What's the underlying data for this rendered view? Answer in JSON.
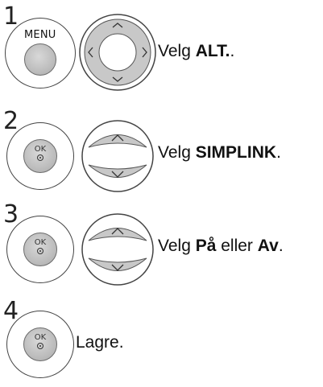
{
  "steps": [
    {
      "number": "1",
      "button_label": "MENU",
      "text_prefix": "Velg ",
      "text_bold": "ALT.",
      "text_suffix": "."
    },
    {
      "number": "2",
      "button_label": "OK",
      "text_prefix": "Velg ",
      "text_bold": "SIMPLINK",
      "text_suffix": "."
    },
    {
      "number": "3",
      "button_label": "OK",
      "text_prefix": "Velg ",
      "text_bold": "På",
      "text_middle": " eller ",
      "text_bold2": "Av",
      "text_suffix": "."
    },
    {
      "number": "4",
      "button_label": "OK",
      "text_plain": "Lagre."
    }
  ],
  "icons": {
    "menu_button": "menu-button-icon",
    "ok_button": "ok-button-icon",
    "four_way_pad": "four-way-navigation-pad-icon",
    "up_down_pad": "up-down-navigation-pad-icon"
  }
}
